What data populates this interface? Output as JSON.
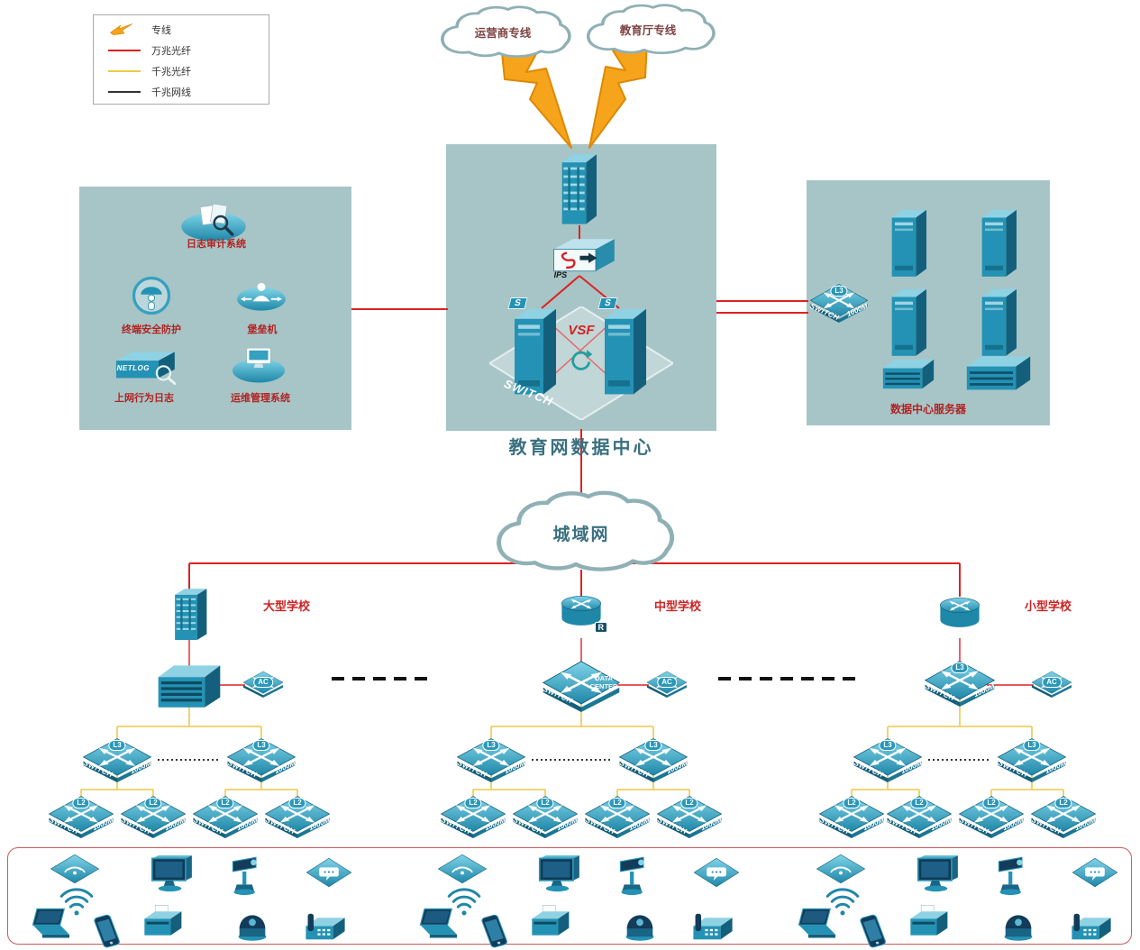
{
  "legend": {
    "items": [
      {
        "label": "专线",
        "icon": "lightning",
        "color": "#f7a41d"
      },
      {
        "label": "万兆光纤",
        "icon": "line",
        "color": "#dd2222"
      },
      {
        "label": "千兆光纤",
        "icon": "line",
        "color": "#eec84a"
      },
      {
        "label": "千兆网线",
        "icon": "line",
        "color": "#333333"
      }
    ]
  },
  "clouds": {
    "operator": "运营商专线",
    "education": "教育厅专线",
    "man": "城域网"
  },
  "data_center": {
    "title": "教育网数据中心",
    "vsf": "VSF",
    "ips": "IPS",
    "switch": "SWITCH",
    "s_tag": "S"
  },
  "left_panel": {
    "items": [
      {
        "label": "日志审计系统"
      },
      {
        "label": "终端安全防护"
      },
      {
        "label": "堡垒机"
      },
      {
        "label": "上网行为日志"
      },
      {
        "label": "运维管理系统"
      }
    ],
    "netlog_text": "NETLOG"
  },
  "server_zone": {
    "title": "数据中心服务器"
  },
  "switch_labels": {
    "switch": "SWITCH",
    "m1000": "1000M",
    "l3": "L3",
    "l2": "L2",
    "ac": "AC",
    "data": "DATA",
    "center": "CENTER",
    "r": "R"
  },
  "schools": [
    {
      "name": "大型学校"
    },
    {
      "name": "中型学校"
    },
    {
      "name": "小型学校"
    }
  ]
}
